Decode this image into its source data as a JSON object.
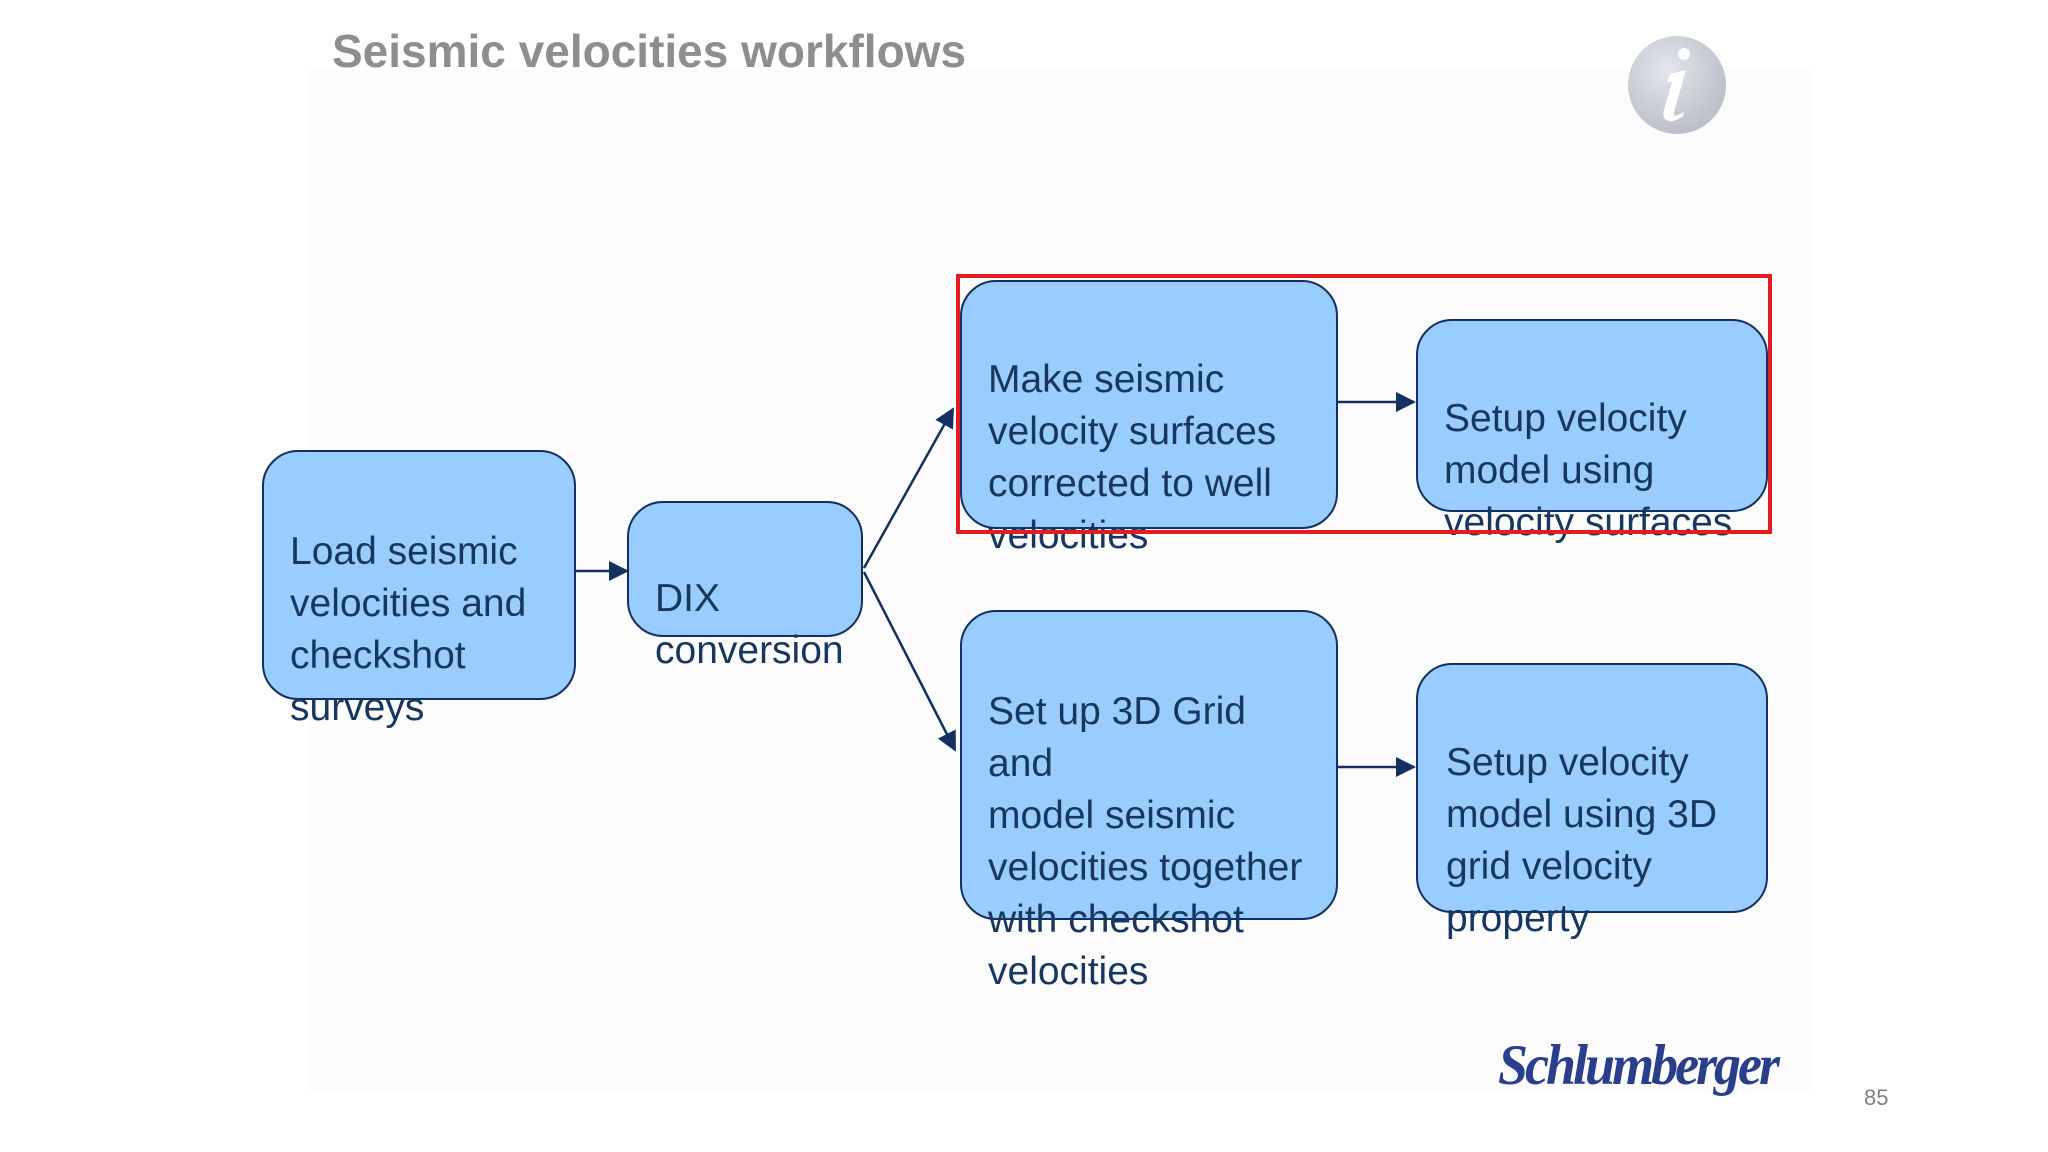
{
  "slide": {
    "title": "Seismic velocities workflows",
    "page_number": "85",
    "logo_text": "Schlumberger",
    "info_icon": "info-icon"
  },
  "colors": {
    "box_fill": "#99ccff",
    "box_border": "#14305e",
    "box_text": "#17375e",
    "highlight_border": "#e31b23",
    "title": "#8e8e8e"
  },
  "nodes": {
    "load": "Load seismic\nvelocities and\ncheckshot\nsurveys",
    "dix": "DIX\nconversion",
    "surfaces": "Make seismic\nvelocity surfaces\ncorrected to well\nvelocities",
    "setup_surfaces": "Setup velocity\nmodel using\nvelocity surfaces",
    "grid": "Set up 3D Grid and\nmodel seismic\nvelocities together\nwith checkshot\nvelocities",
    "setup_grid": "Setup velocity\nmodel using 3D\ngrid velocity\nproperty"
  }
}
